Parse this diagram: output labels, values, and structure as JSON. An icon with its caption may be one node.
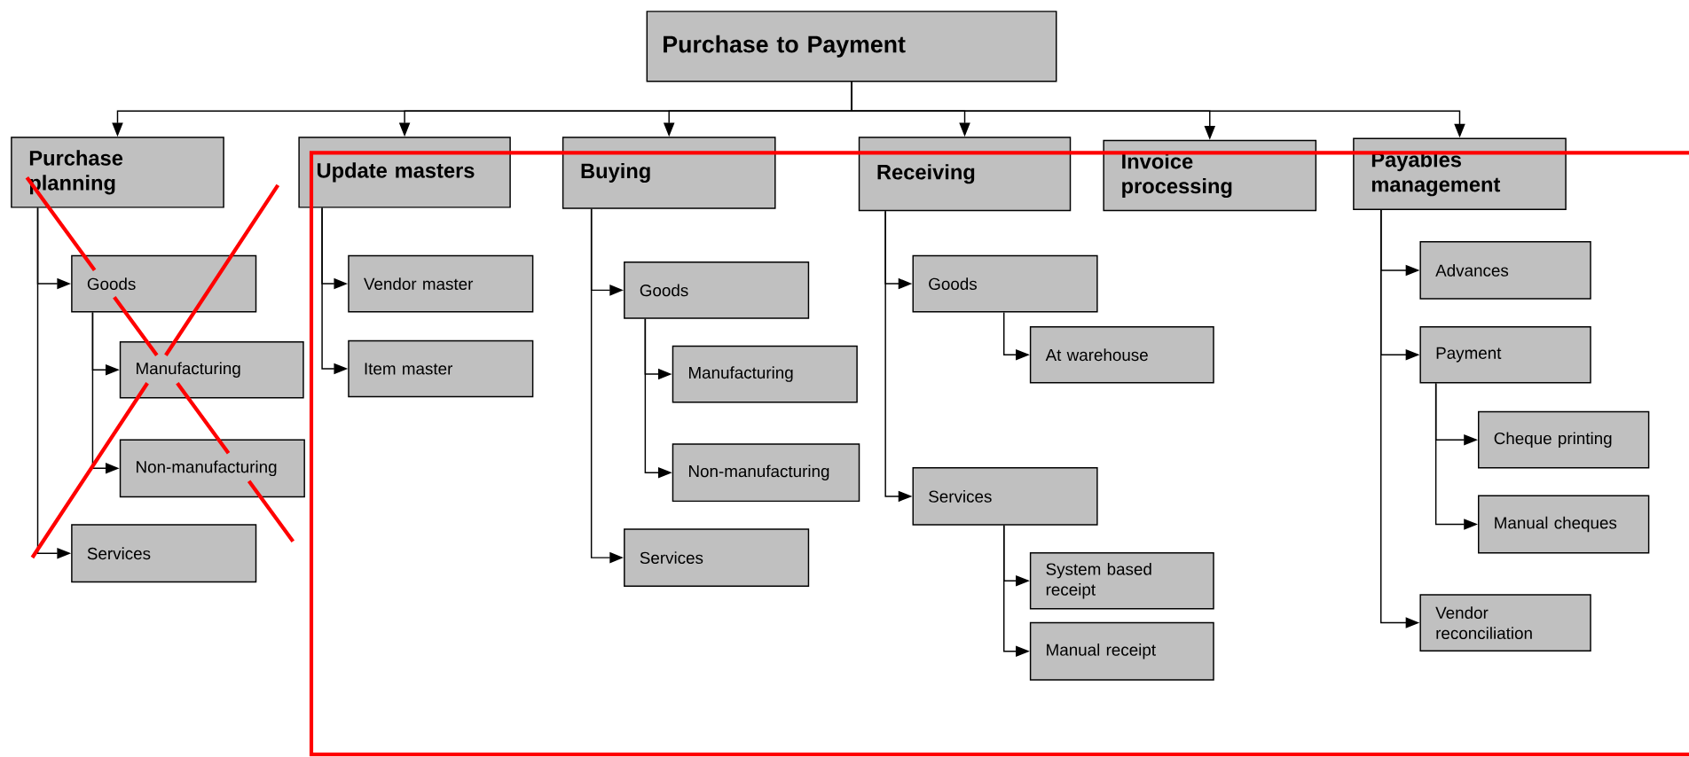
{
  "diagram": {
    "nodes": [
      {
        "text": [
          "Purchase to Payment"
        ]
      },
      {
        "text": [
          "Purchase planning"
        ]
      },
      {
        "text": [
          "Update masters"
        ]
      },
      {
        "text": [
          "Buying"
        ]
      },
      {
        "text": [
          "Receiving"
        ]
      },
      {
        "text": [
          "Invoice processing"
        ]
      },
      {
        "text": [
          "Payables management"
        ]
      },
      {
        "text": [
          "Goods"
        ]
      },
      {
        "text": [
          "Manufacturing"
        ]
      },
      {
        "text": [
          "Non-manufacturing"
        ]
      },
      {
        "text": [
          "Services"
        ]
      },
      {
        "text": [
          "Vendor master"
        ]
      },
      {
        "text": [
          "Item master"
        ]
      },
      {
        "text": [
          "Goods"
        ]
      },
      {
        "text": [
          "Manufacturing"
        ]
      },
      {
        "text": [
          "Non-manufacturing"
        ]
      },
      {
        "text": [
          "Services"
        ]
      },
      {
        "text": [
          "Goods"
        ]
      },
      {
        "text": [
          "At warehouse"
        ]
      },
      {
        "text": [
          "Services"
        ]
      },
      {
        "text": [
          "System based receipt"
        ]
      },
      {
        "text": [
          "Manual receipt"
        ]
      },
      {
        "text": [
          "Advances"
        ]
      },
      {
        "text": [
          "Payment"
        ]
      },
      {
        "text": [
          "Cheque printing"
        ]
      },
      {
        "text": [
          "Manual cheques"
        ]
      },
      {
        "text": [
          "Vendor reconciliation"
        ]
      }
    ],
    "edges": [
      {
        "from": 0,
        "to": 1,
        "arrow": "to"
      },
      {
        "from": 0,
        "to": 2,
        "arrow": "to"
      },
      {
        "from": 0,
        "to": 3,
        "arrow": "to"
      },
      {
        "from": 0,
        "to": 4,
        "arrow": "to"
      },
      {
        "from": 0,
        "to": 5,
        "arrow": "to"
      },
      {
        "from": 0,
        "to": 6,
        "arrow": "to"
      },
      {
        "from": 1,
        "to": 7,
        "arrow": "to"
      },
      {
        "from": 7,
        "to": 8,
        "arrow": "to"
      },
      {
        "from": 7,
        "to": 9,
        "arrow": "to"
      },
      {
        "from": 1,
        "to": 10,
        "arrow": "to"
      },
      {
        "from": 2,
        "to": 11,
        "arrow": "to"
      },
      {
        "from": 2,
        "to": 12,
        "arrow": "to"
      },
      {
        "from": 3,
        "to": 13,
        "arrow": "to"
      },
      {
        "from": 13,
        "to": 14,
        "arrow": "to"
      },
      {
        "from": 13,
        "to": 15,
        "arrow": "to"
      },
      {
        "from": 3,
        "to": 16,
        "arrow": "to"
      },
      {
        "from": 4,
        "to": 17,
        "arrow": "to"
      },
      {
        "from": 17,
        "to": 18,
        "arrow": "to"
      },
      {
        "from": 4,
        "to": 19,
        "arrow": "to"
      },
      {
        "from": 19,
        "to": 20,
        "arrow": "to"
      },
      {
        "from": 19,
        "to": 21,
        "arrow": "to"
      },
      {
        "from": 6,
        "to": 22,
        "arrow": "to"
      },
      {
        "from": 6,
        "to": 23,
        "arrow": "to"
      },
      {
        "from": 23,
        "to": 24,
        "arrow": "to"
      },
      {
        "from": 23,
        "to": 25,
        "arrow": "to"
      },
      {
        "from": 6,
        "to": 26,
        "arrow": "to"
      }
    ]
  }
}
